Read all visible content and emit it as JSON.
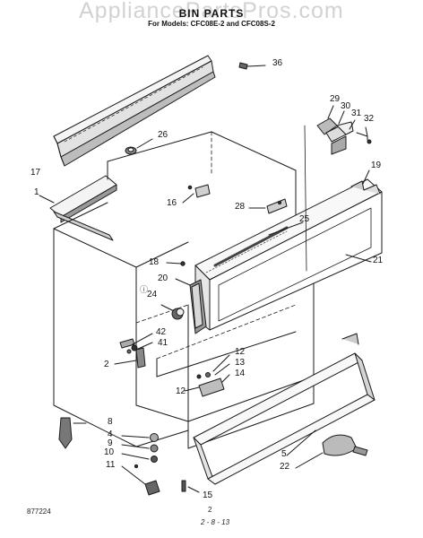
{
  "header": {
    "watermark": "AppliancePartsPros.com",
    "title": "BIN PARTS",
    "subtitle": "For Models: CFC08E-2 and CFC08S-2"
  },
  "footer": {
    "code": "877224",
    "page": "2",
    "date": "2 - 8 - 13"
  },
  "callouts": [
    {
      "id": "c36",
      "text": "36"
    },
    {
      "id": "c26",
      "text": "26"
    },
    {
      "id": "c17",
      "text": "17"
    },
    {
      "id": "c1",
      "text": "1"
    },
    {
      "id": "c16",
      "text": "16"
    },
    {
      "id": "c28",
      "text": "28"
    },
    {
      "id": "c29",
      "text": "29"
    },
    {
      "id": "c30",
      "text": "30"
    },
    {
      "id": "c31",
      "text": "31"
    },
    {
      "id": "c32",
      "text": "32"
    },
    {
      "id": "c19",
      "text": "19"
    },
    {
      "id": "c25",
      "text": "25"
    },
    {
      "id": "c21",
      "text": "21"
    },
    {
      "id": "c18",
      "text": "18"
    },
    {
      "id": "c20",
      "text": "20"
    },
    {
      "id": "c24",
      "text": "24"
    },
    {
      "id": "c42",
      "text": "42"
    },
    {
      "id": "c41",
      "text": "41"
    },
    {
      "id": "c2",
      "text": "2"
    },
    {
      "id": "c12a",
      "text": "12"
    },
    {
      "id": "c13",
      "text": "13"
    },
    {
      "id": "c14",
      "text": "14"
    },
    {
      "id": "c12b",
      "text": "12"
    },
    {
      "id": "c8",
      "text": "8"
    },
    {
      "id": "c4",
      "text": "4"
    },
    {
      "id": "c9",
      "text": "9"
    },
    {
      "id": "c10",
      "text": "10"
    },
    {
      "id": "c11",
      "text": "11"
    },
    {
      "id": "c15",
      "text": "15"
    },
    {
      "id": "c5",
      "text": "5"
    },
    {
      "id": "c22",
      "text": "22"
    }
  ]
}
